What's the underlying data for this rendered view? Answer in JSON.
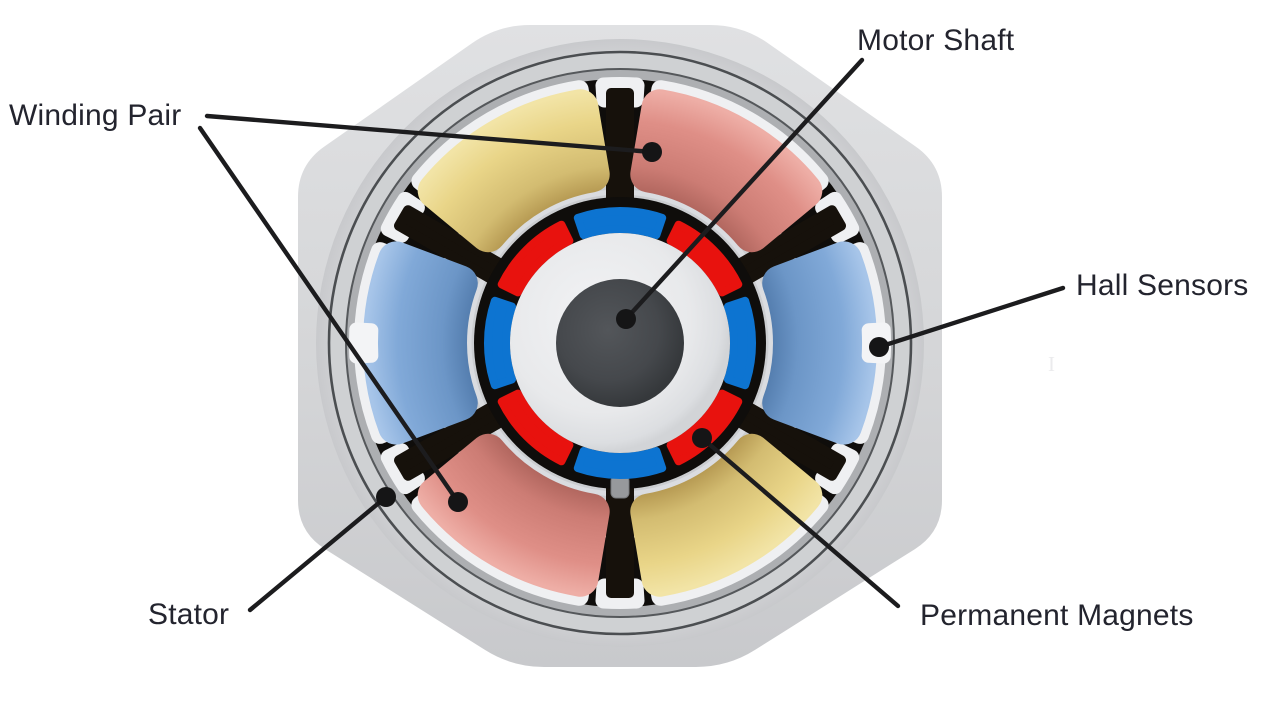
{
  "diagram": {
    "type": "labeled-illustration",
    "subject": "Brushless DC motor cross-section",
    "labels": [
      {
        "id": "winding_pair",
        "text": "Winding Pair"
      },
      {
        "id": "motor_shaft",
        "text": "Motor Shaft"
      },
      {
        "id": "hall_sensors",
        "text": "Hall Sensors"
      },
      {
        "id": "stator",
        "text": "Stator"
      },
      {
        "id": "permanent_magnets",
        "text": "Permanent Magnets"
      }
    ],
    "artifact_text": "I",
    "colors": {
      "background": "#ffffff",
      "label_text": "#23242e",
      "leader_line": "#1c1c1e",
      "leader_dot": "#151516",
      "housing_light": "#e0e1e3",
      "housing_mid": "#d4d5d7",
      "housing_dark": "#c8c9cc",
      "ring_zone_light": "#d9dadc",
      "ring_fill": "#cfd1d3",
      "ring_line_outer": "#4b4e51",
      "ring_line_inner": "#55585b",
      "ring_shadow": "#adafb2",
      "core_black": "#0f0d0b",
      "tooth_black": "#16110b",
      "bearing_gray": "#cbcdd0",
      "bearing_race": "#dadce0",
      "bearing_ball": "#e2e4e6",
      "slot_white": "#eff0f2",
      "tab_white": "#f3f4f6",
      "winding_yellow_stops": [
        "#ad8f49",
        "#d3bc71",
        "#e9d588",
        "#f2e4a6"
      ],
      "winding_red_stops": [
        "#a96058",
        "#cc7c74",
        "#df8f87",
        "#eeaea6"
      ],
      "winding_blue_stops": [
        "#4d76a7",
        "#6c96c7",
        "#81a9d8",
        "#a7c5e9"
      ],
      "magnet_red": "#e8120e",
      "magnet_blue": "#0d74d1",
      "rotor_disc_stops": [
        "#f2f3f5",
        "#e8e9eb",
        "#dcdee1",
        "#d2d4d7"
      ],
      "shaft_stops": [
        "#53565a",
        "#45484c",
        "#35383b"
      ],
      "pin_gray": "#97999c"
    }
  }
}
